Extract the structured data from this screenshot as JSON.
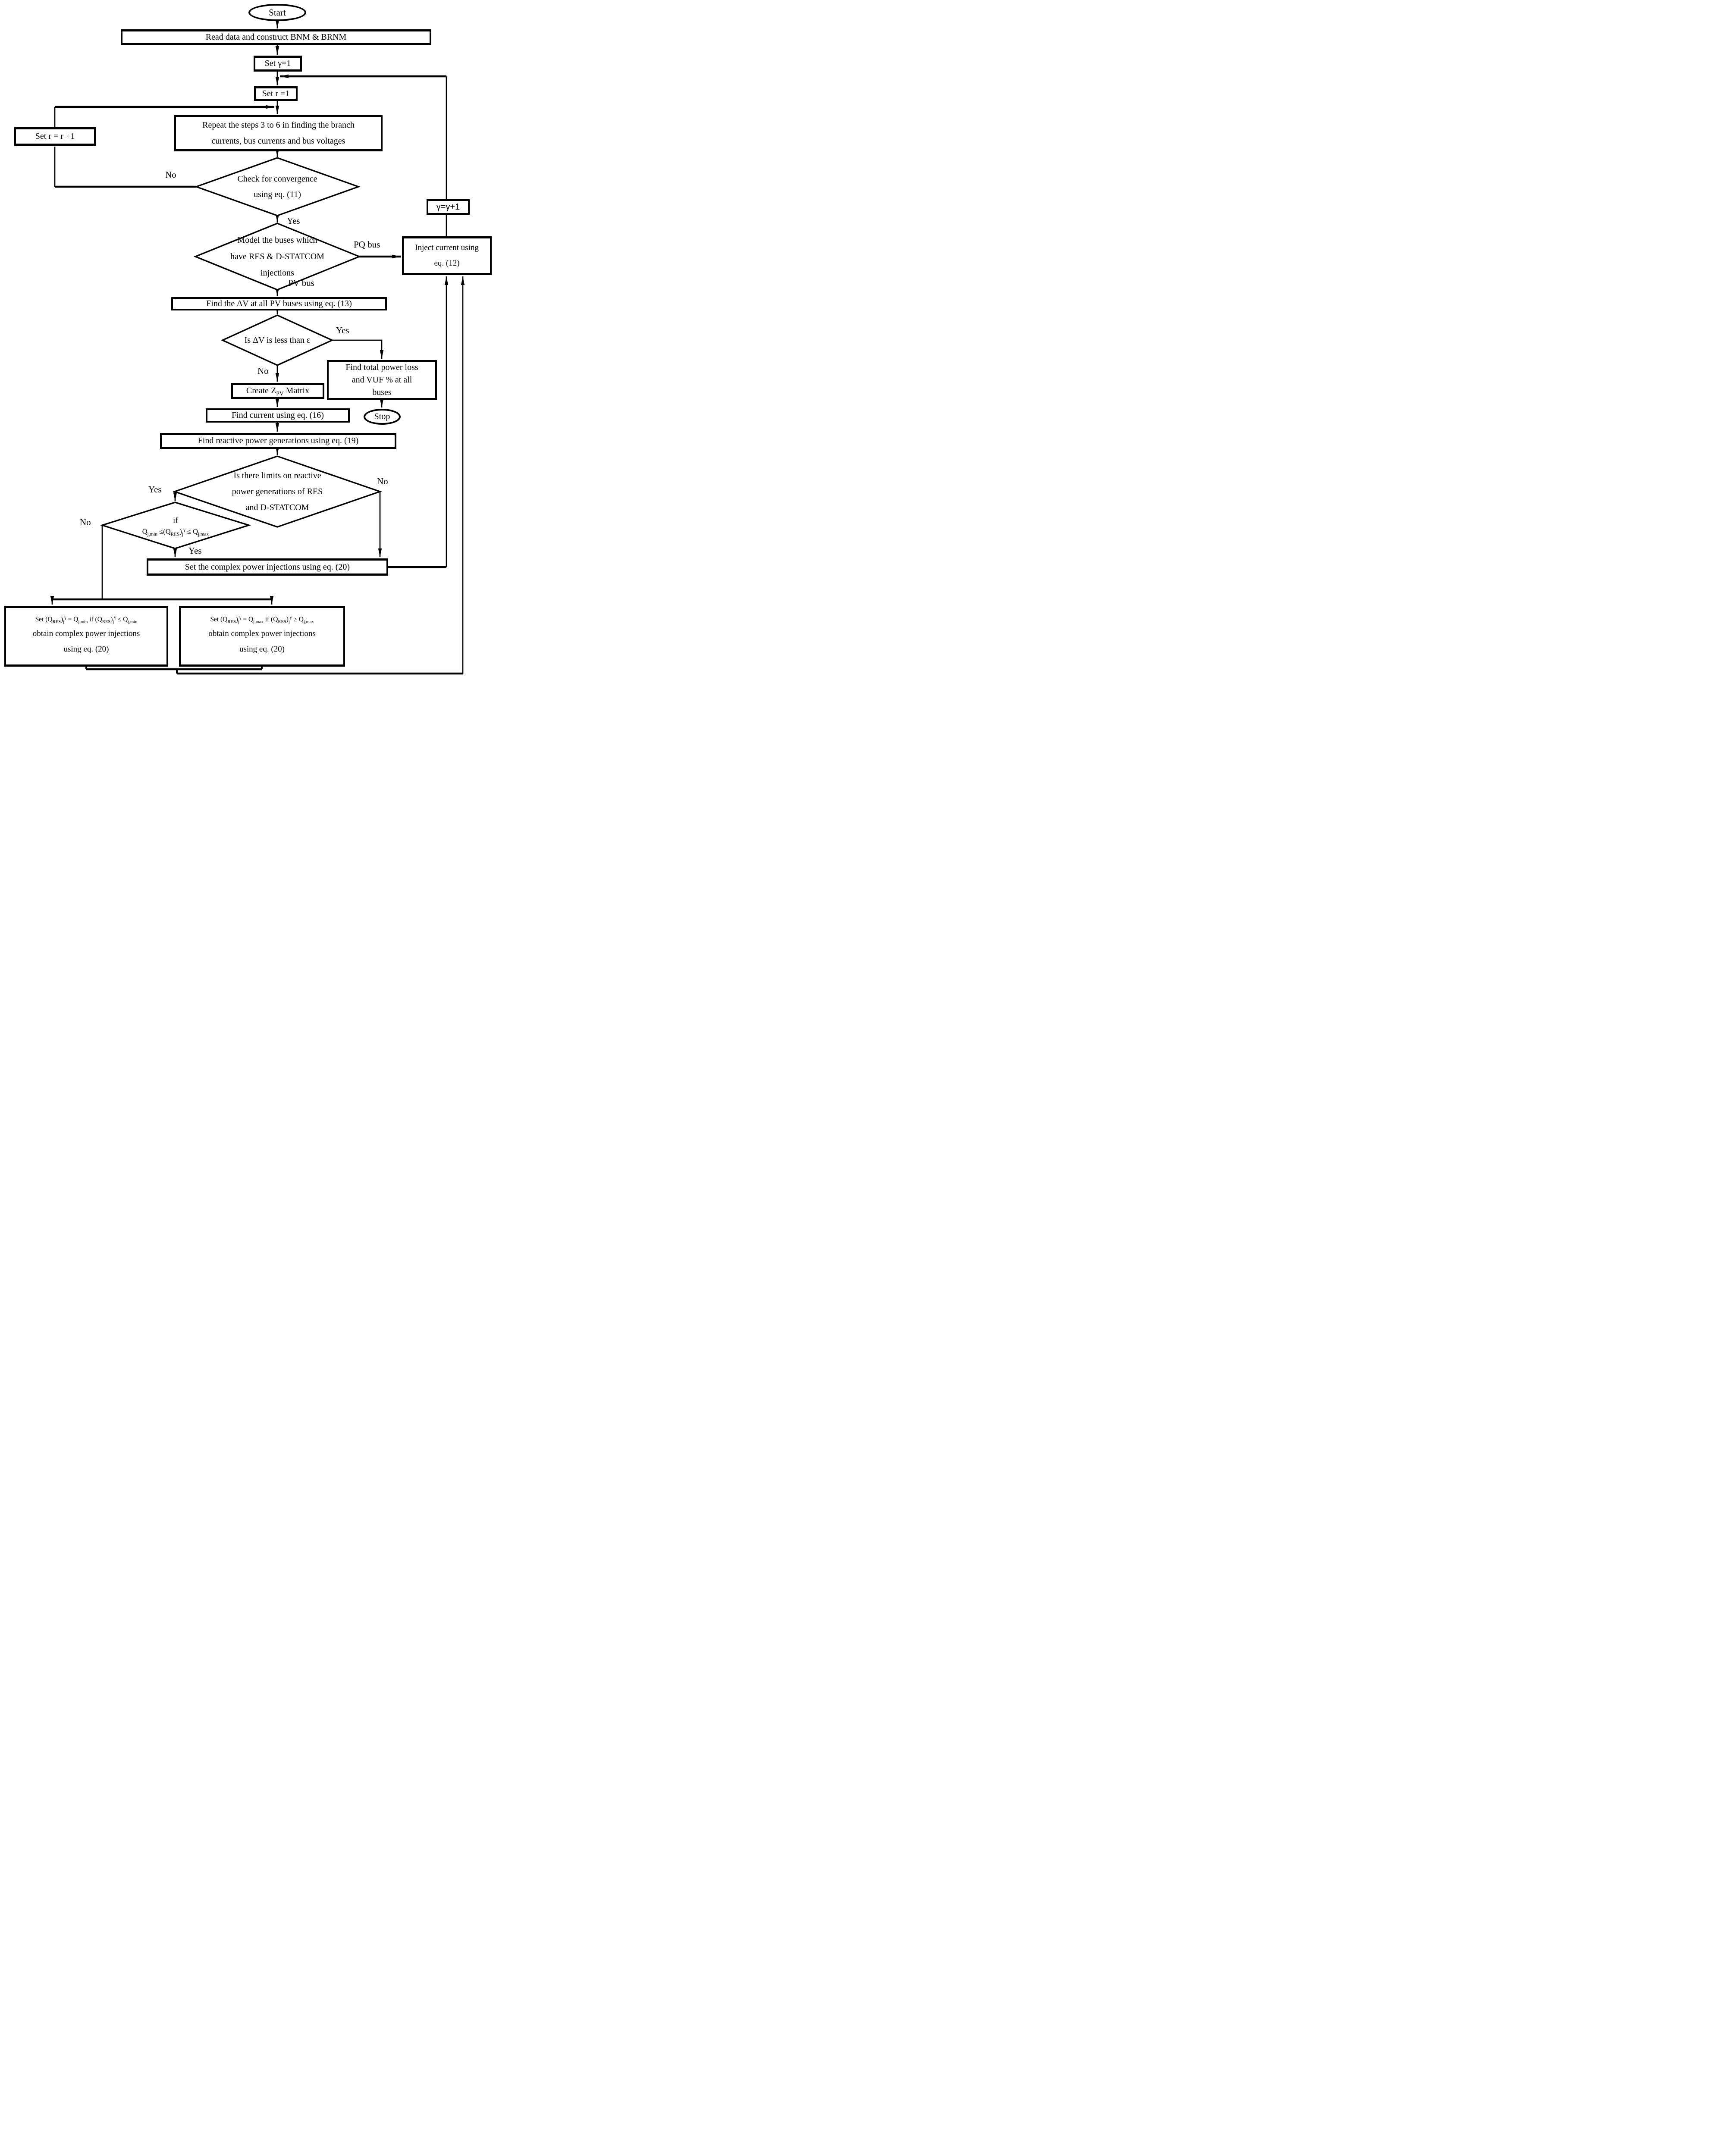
{
  "colors": {
    "ink": "#000000",
    "paper": "#ffffff"
  },
  "nodes": {
    "start": {
      "label": "Start"
    },
    "read_data": {
      "label": "Read data and construct BNM & BRNM"
    },
    "set_gamma": {
      "label": "Set γ=1"
    },
    "set_r": {
      "label": "Set r =1"
    },
    "repeat": {
      "label": [
        "Repeat the steps 3 to 6 in finding the branch",
        "currents, bus currents and bus voltages"
      ]
    },
    "set_r_inc": {
      "label": "Set r = r +1"
    },
    "check_convergence": {
      "label": [
        "Check for convergence",
        "using eq. (11)"
      ]
    },
    "gamma_inc": {
      "label": "γ=γ+1"
    },
    "model_buses": {
      "label": [
        "Model the buses which",
        "have RES & D-STATCOM",
        "injections"
      ]
    },
    "inject_current": {
      "label": [
        "Inject current using",
        "eq. (12)"
      ]
    },
    "find_dv": {
      "label": "Find the ΔV at all PV buses using eq. (13)"
    },
    "dv_check": {
      "label": "Is ΔV is less than ε"
    },
    "power_loss": {
      "label": [
        "Find total power loss",
        "and VUF % at all",
        "buses"
      ]
    },
    "stop": {
      "label": "Stop"
    },
    "create_zpv": {
      "math": "Create Z_{PV} Matrix"
    },
    "find_current": {
      "label": "Find current using eq. (16)"
    },
    "find_reactive": {
      "label": "Find reactive power generations using eq. (19)"
    },
    "limits_check": {
      "label": [
        "Is there limits on reactive",
        "power generations of RES",
        "and D-STATCOM"
      ]
    },
    "q_range_check": {
      "if_label": "if",
      "math": "Q_{j,min} ≤(Q_{RES})_{j}^{γ} ≤ Q_{j,max}"
    },
    "set_complex": {
      "label": "Set the complex power injections using eq. (20)"
    },
    "set_qmin": {
      "math": "Set (Q_{RES})_{j}^{γ} = Q_{j,min} if (Q_{RES})_{j}^{γ} ≤ Q_{j,min}",
      "rest": [
        "obtain complex power injections",
        "using eq. (20)"
      ]
    },
    "set_qmax": {
      "math": "Set (Q_{RES})_{j}^{γ} = Q_{j,max} if (Q_{RES})_{j}^{γ} ≥ Q_{j,max}",
      "rest": [
        "obtain complex power injections",
        "using eq. (20)"
      ]
    }
  },
  "branch_labels": {
    "convergence_no": "No",
    "convergence_yes": "Yes",
    "pq_bus": "PQ bus",
    "pv_bus": "PV bus",
    "dv_yes": "Yes",
    "dv_no": "No",
    "limits_no": "No",
    "limits_yes": "Yes",
    "range_no": "No",
    "range_yes": "Yes"
  }
}
